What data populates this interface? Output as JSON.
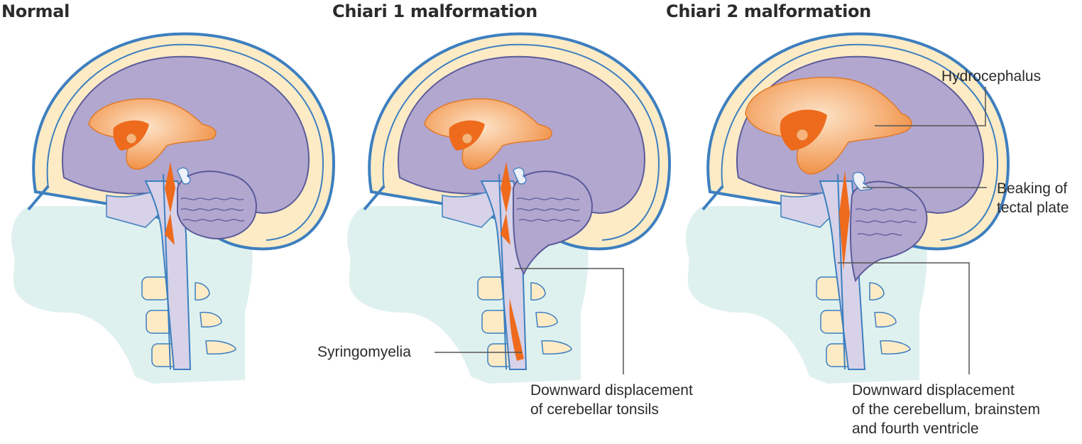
{
  "panels": [
    {
      "title": "Normal"
    },
    {
      "title": "Chiari 1 malformation"
    },
    {
      "title": "Chiari 2 malformation"
    }
  ],
  "labels": {
    "syringomyelia": "Syringomyelia",
    "chiari1_displacement": [
      "Downward displacement",
      "of cerebellar tonsils"
    ],
    "hydrocephalus": "Hydrocephalus",
    "tectal": [
      "Beaking of",
      "tectal plate"
    ],
    "chiari2_displacement": [
      "Downward displacement",
      "of the cerebellum, brainstem",
      "and fourth ventricle"
    ]
  },
  "colors": {
    "skin": "#dff1ef",
    "skull_outline": "#3d7fbf",
    "csf_space": "#fdebc6",
    "brain": "#b2a7cf",
    "brain_outline": "#5b5b9a",
    "ventricle": "#f2994a",
    "ventricle_dark": "#ee6a1c",
    "vertebra": "#fdebc6",
    "brainstem": "#d7d2e8",
    "leader": "#555555"
  }
}
